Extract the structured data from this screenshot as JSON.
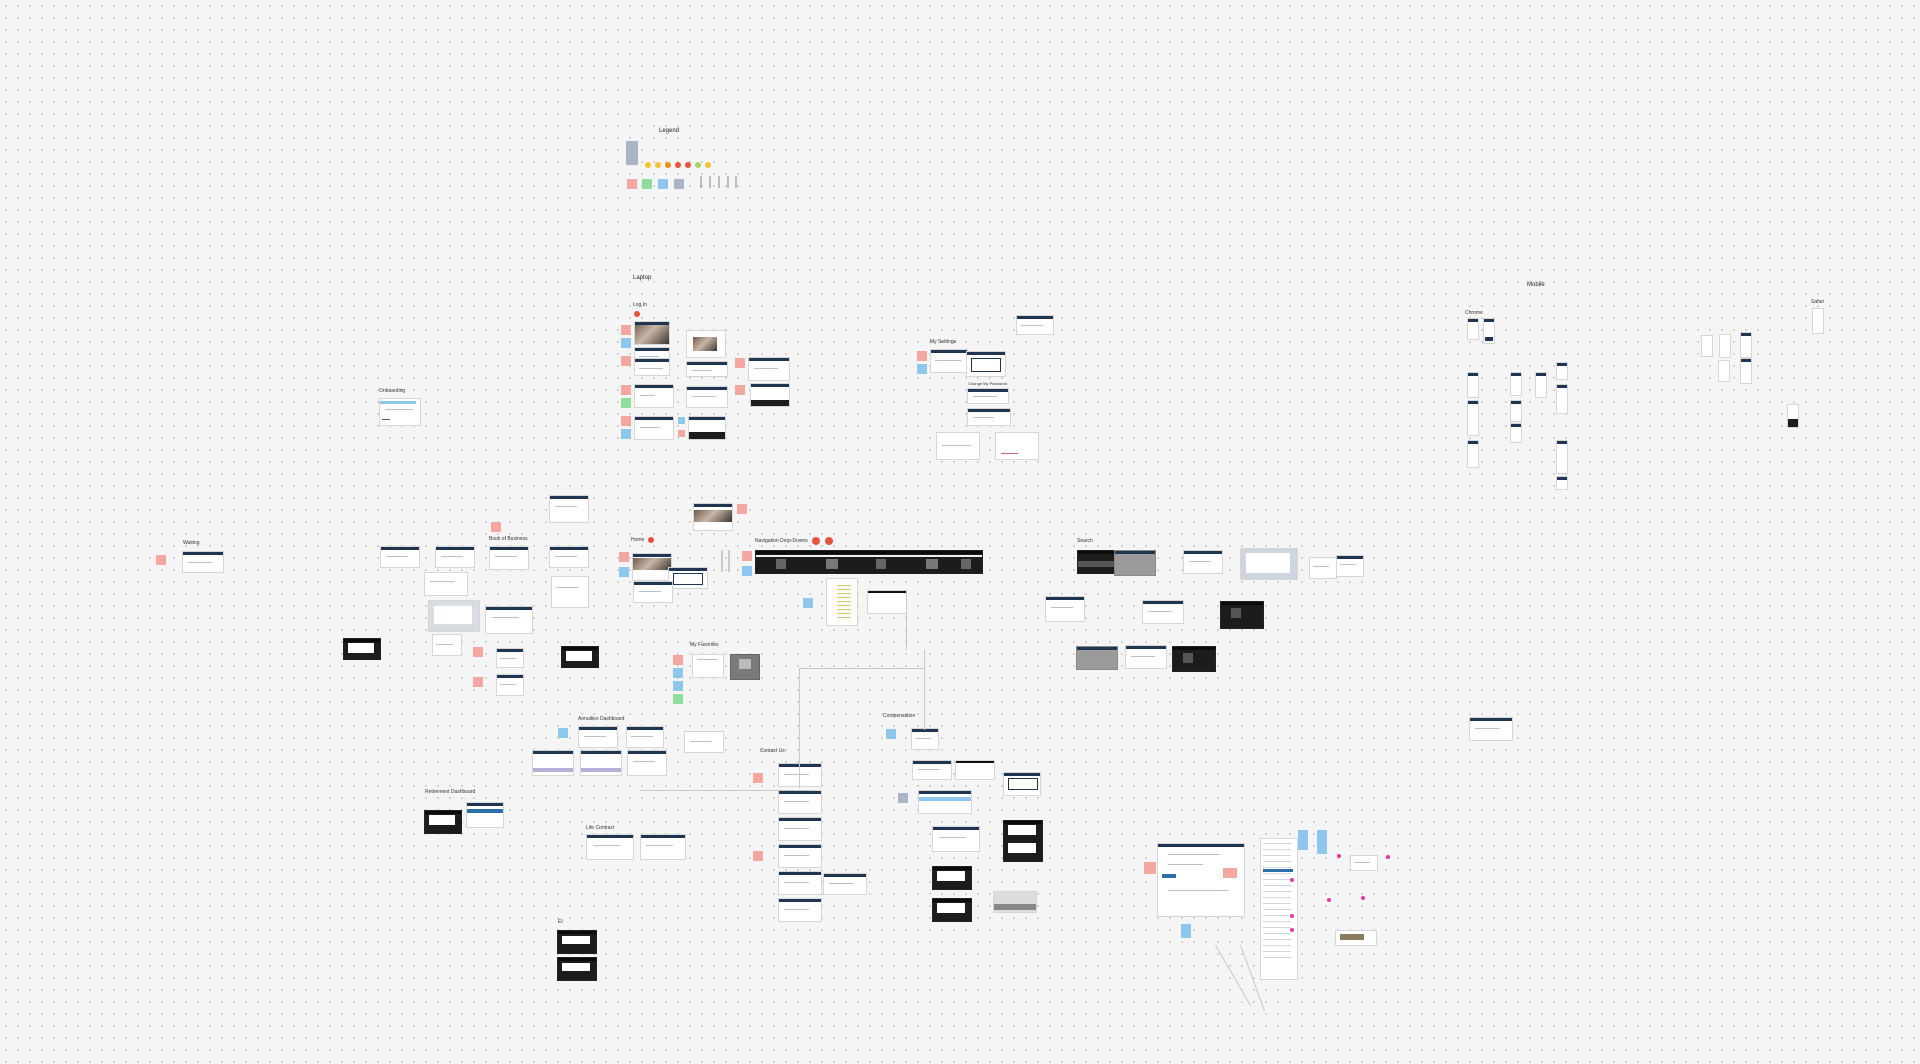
{
  "colors": {
    "canvas": "#f5f5f5",
    "frame_header": "#1f3552",
    "sticky_red": "#f4a7a0",
    "sticky_blue": "#8ec7ee",
    "sticky_green": "#8fdd9a",
    "sticky_grey": "#a9b4c6",
    "badge_red": "#e5533d",
    "badge_yellow": "#f3c234",
    "badge_orange": "#f08a24",
    "badge_green": "#9fd56a"
  },
  "sections": {
    "legend": "Legend",
    "laptop": "Laptop",
    "mobile": "Mobile",
    "chrome": "Chrome",
    "safari": "Safari",
    "log_in": "Log In",
    "my_settings": "My Settings",
    "change_password": "Change My Password",
    "onboarding": "Onboarding",
    "waiting": "Waiting",
    "book_of_business": "Book of Business",
    "home": "Home",
    "navigation_drop_downs": "Navigation Drop-Downs",
    "search": "Search",
    "my_favorites": "My Favorites",
    "annuities_dashboard": "Annuities Dashboard",
    "compensation": "Compensation",
    "contact_us": "Contact Us",
    "retirement_dashboard": "Retirement Dashboard",
    "life_contract": "Life Contract",
    "ei": "EI"
  },
  "legend_badges": [
    "yellow",
    "yellow",
    "orange",
    "red",
    "red",
    "green",
    "yellow"
  ],
  "icons": [
    "dot-grid-icon",
    "status-badge-icon"
  ]
}
